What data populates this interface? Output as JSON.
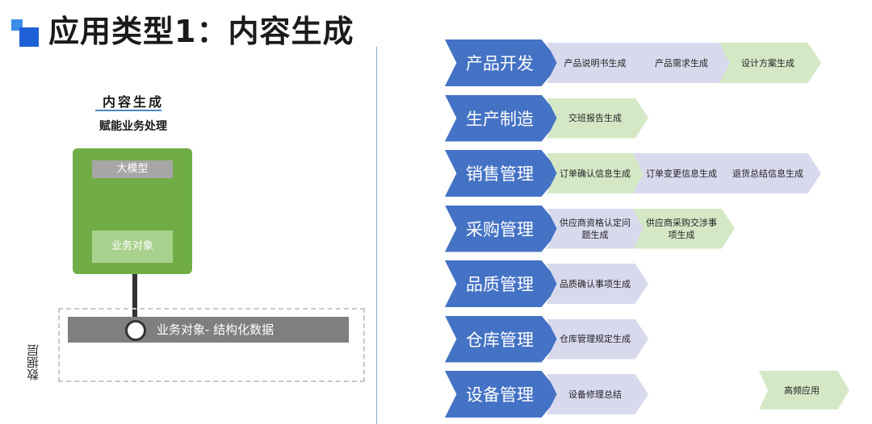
{
  "title": "应用类型1：内容生成",
  "left": {
    "heading": "内容生成",
    "subheading": "赋能业务处理",
    "model_label": "大模型",
    "object_label": "业务对象",
    "data_bar_label": "业务对象- 结构化数据",
    "data_layer_label": "数据层"
  },
  "colors": {
    "category": "#4472c4",
    "item_default": "#d9d9ee",
    "item_high_frequency": "#d4e8c6",
    "model_box": "#70ad47"
  },
  "rows": [
    {
      "category": "产品开发",
      "items": [
        {
          "label": "产品说明书生成",
          "high_frequency": false
        },
        {
          "label": "产品需求生成",
          "high_frequency": false
        },
        {
          "label": "设计方案生成",
          "high_frequency": true
        }
      ]
    },
    {
      "category": "生产制造",
      "items": [
        {
          "label": "交班报告生成",
          "high_frequency": true
        }
      ]
    },
    {
      "category": "销售管理",
      "items": [
        {
          "label": "订单确认信息生成",
          "high_frequency": true
        },
        {
          "label": "订单变更信息生成",
          "high_frequency": false
        },
        {
          "label": "退货总结信息生成",
          "high_frequency": false
        }
      ]
    },
    {
      "category": "采购管理",
      "items": [
        {
          "label": "供应商资格认定问题生成",
          "high_frequency": false
        },
        {
          "label": "供应商采购交涉事项生成",
          "high_frequency": true
        }
      ]
    },
    {
      "category": "品质管理",
      "items": [
        {
          "label": "品质确认事项生成",
          "high_frequency": false
        }
      ]
    },
    {
      "category": "仓库管理",
      "items": [
        {
          "label": "仓库管理规定生成",
          "high_frequency": false
        }
      ]
    },
    {
      "category": "设备管理",
      "items": [
        {
          "label": "设备修理总结",
          "high_frequency": false
        }
      ]
    }
  ],
  "legend": {
    "label": "高频应用"
  }
}
